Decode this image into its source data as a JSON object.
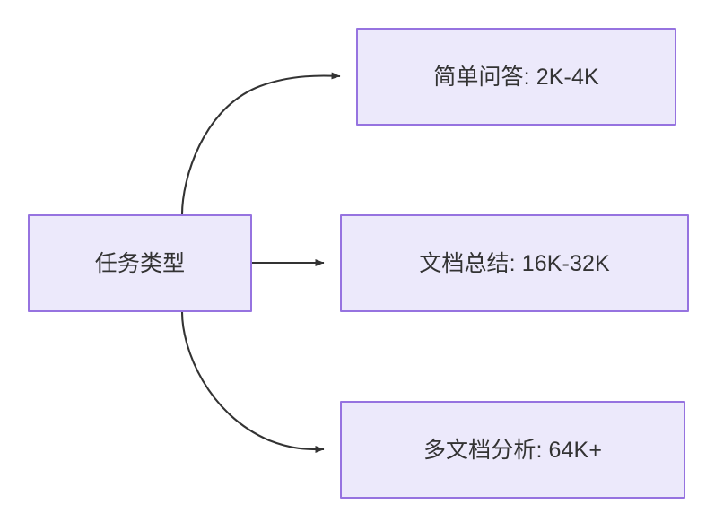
{
  "diagram": {
    "type": "flowchart",
    "direction": "left-to-right",
    "title": "",
    "background_color": "#ffffff",
    "node_fill_color": "#ece9fb",
    "node_border_color": "#9673e0",
    "node_text_color": "#333333",
    "edge_color": "#333333",
    "root": {
      "id": "root",
      "label": "任务类型"
    },
    "children": [
      {
        "id": "c0",
        "label": "简单问答: 2K-4K",
        "task": "简单问答",
        "context_length": "2K-4K",
        "edge": {
          "from": "root",
          "to": "c0",
          "style": "curved",
          "arrow": "triangle",
          "label": ""
        }
      },
      {
        "id": "c1",
        "label": "文档总结: 16K-32K",
        "task": "文档总结",
        "context_length": "16K-32K",
        "edge": {
          "from": "root",
          "to": "c1",
          "style": "straight",
          "arrow": "triangle",
          "label": ""
        }
      },
      {
        "id": "c2",
        "label": "多文档分析: 64K+",
        "task": "多文档分析",
        "context_length": "64K+",
        "edge": {
          "from": "root",
          "to": "c2",
          "style": "curved",
          "arrow": "triangle",
          "label": ""
        }
      }
    ]
  }
}
